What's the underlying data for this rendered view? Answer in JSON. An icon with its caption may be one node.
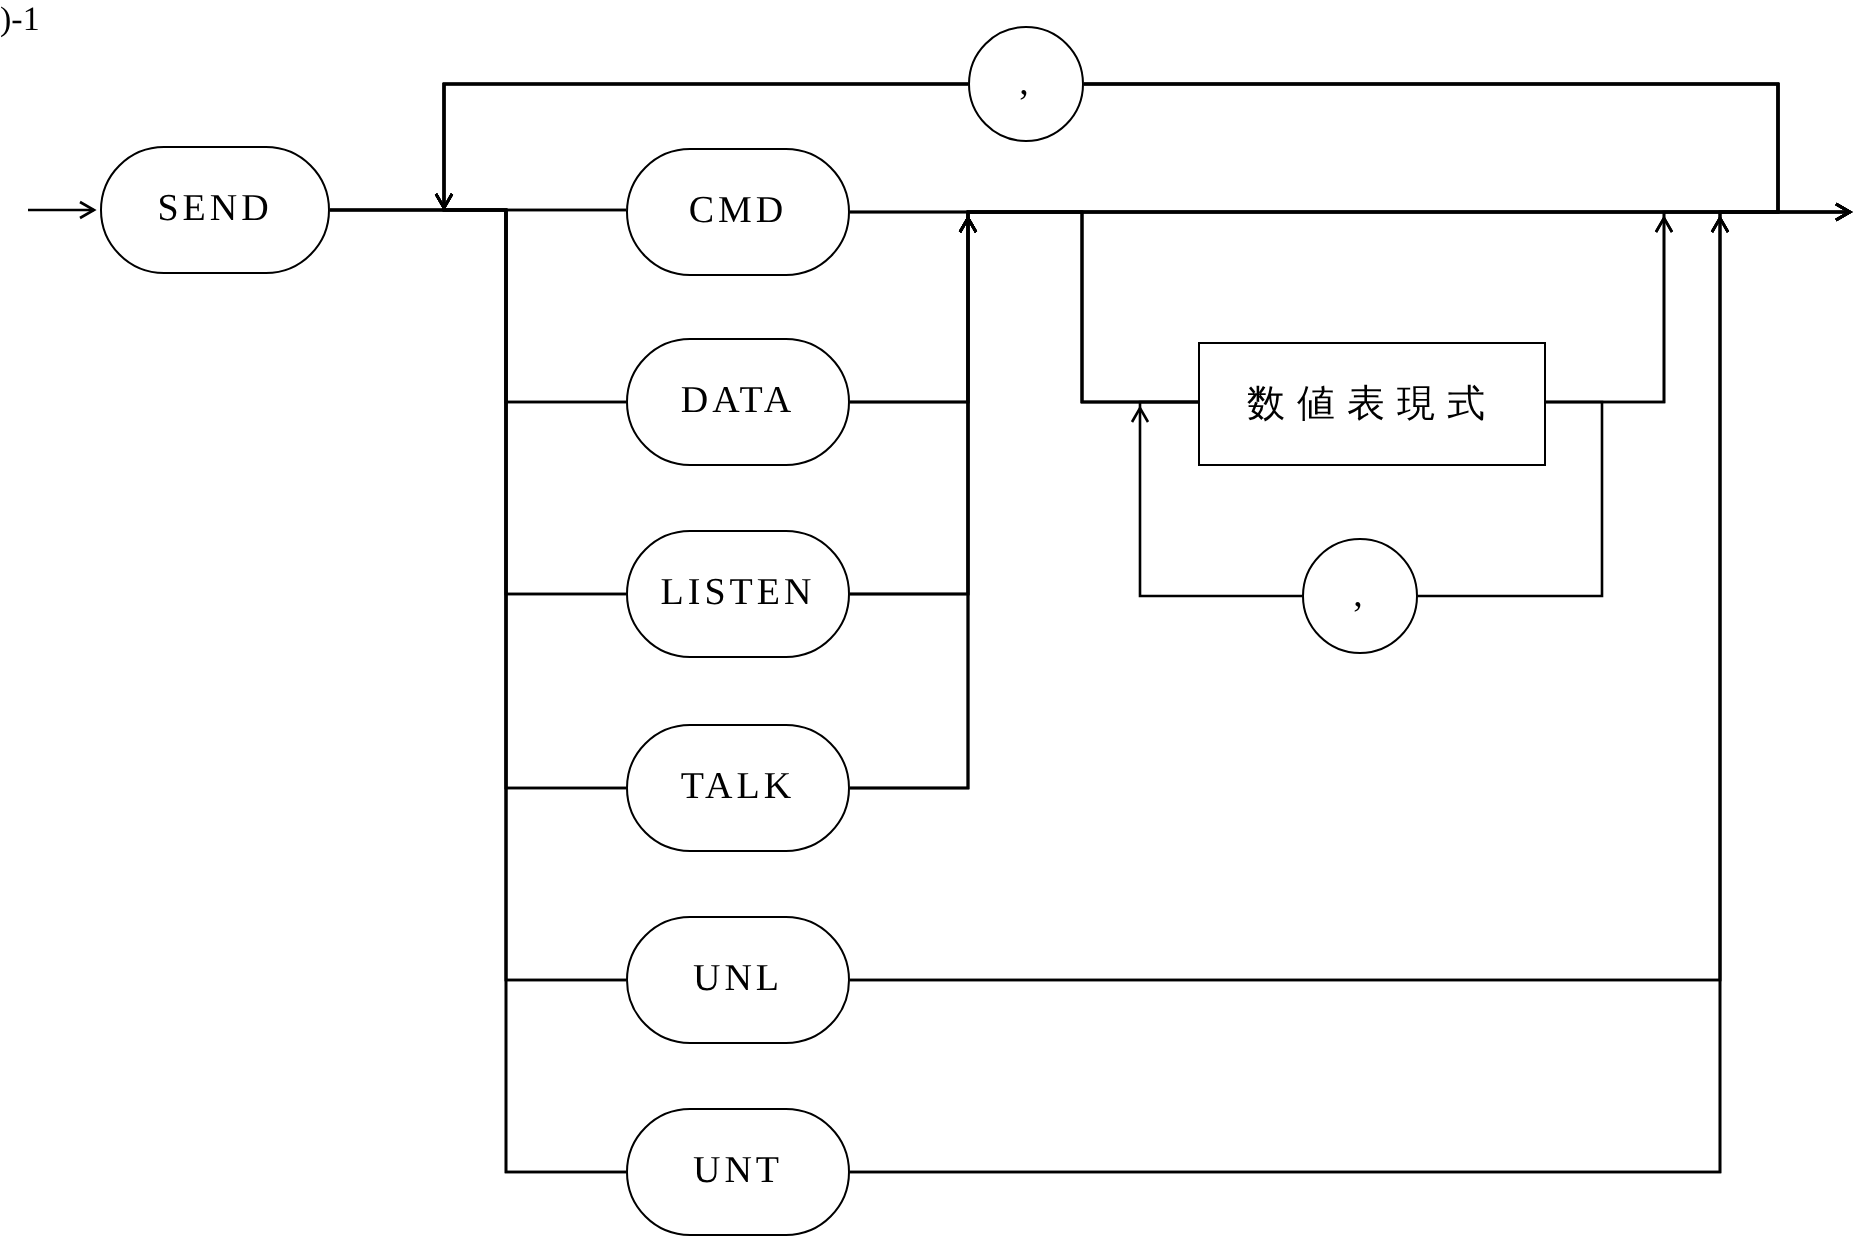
{
  "diagram": {
    "nodes": [
      {
        "text": [
          "SEND"
        ]
      },
      {
        "text": [
          ","
        ]
      },
      {
        "text": [
          "CMD"
        ]
      },
      {
        "text": [
          "DATA"
        ]
      },
      {
        "text": [
          "LISTEN"
        ]
      },
      {
        "text": [
          "TALK"
        ]
      },
      {
        "text": [
          "UNL"
        ]
      },
      {
        "text": [
          "UNT"
        ]
      },
      {
        "text": [
          "数値表現式"
        ]
      },
      {
        "text": [
          ","
        ]
      }
    ],
    "edges": [
      {
        "from": null,
        "to": 0,
        "arrow": "to"
      },
      {
        "from": 0,
        "to": 2,
        "arrow": "none"
      },
      {
        "from": 0,
        "to": 3,
        "arrow": "none"
      },
      {
        "from": 0,
        "to": 4,
        "arrow": "none"
      },
      {
        "from": 0,
        "to": 5,
        "arrow": "none"
      },
      {
        "from": 0,
        "to": 6,
        "arrow": "none"
      },
      {
        "from": 0,
        "to": 7,
        "arrow": "none"
      },
      {
        "from": 2,
        "to": 8,
        "arrow": "none"
      },
      {
        "from": 3,
        "to": 8,
        "arrow": "to"
      },
      {
        "from": 4,
        "to": 8,
        "arrow": "to"
      },
      {
        "from": 5,
        "to": 8,
        "arrow": "to"
      },
      {
        "from": 8,
        "to": 9,
        "arrow": "none"
      },
      {
        "from": 9,
        "to": 8,
        "arrow": "to"
      },
      {
        "from": 2,
        "to": null,
        "arrow": "to"
      },
      {
        "from": 3,
        "to": null,
        "arrow": "to"
      },
      {
        "from": 4,
        "to": null,
        "arrow": "to"
      },
      {
        "from": 5,
        "to": null,
        "arrow": "to"
      },
      {
        "from": 8,
        "to": null,
        "arrow": "to"
      },
      {
        "from": 6,
        "to": null,
        "arrow": "to"
      },
      {
        "from": 7,
        "to": null,
        "arrow": "to"
      },
      {
        "from": 2,
        "to": 1,
        "arrow": "none"
      },
      {
        "from": 3,
        "to": 1,
        "arrow": "to"
      },
      {
        "from": 4,
        "to": 1,
        "arrow": "to"
      },
      {
        "from": 5,
        "to": 1,
        "arrow": "to"
      },
      {
        "from": 8,
        "to": 1,
        "arrow": "to"
      },
      {
        "from": 6,
        "to": 1,
        "arrow": "to"
      },
      {
        "from": 7,
        "to": 1,
        "arrow": "to"
      },
      {
        "from": 1,
        "to": 2,
        "arrow": "to"
      },
      {
        "from": 1,
        "to": 3,
        "arrow": "to"
      },
      {
        "from": 1,
        "to": 4,
        "arrow": "to"
      },
      {
        "from": 1,
        "to": 5,
        "arrow": "to"
      },
      {
        "from": 1,
        "to": 6,
        "arrow": "to"
      },
      {
        "from": 1,
        "to": 7,
        "arrow": "to"
      }
    ],
    "labels": [
      ")-1"
    ]
  }
}
